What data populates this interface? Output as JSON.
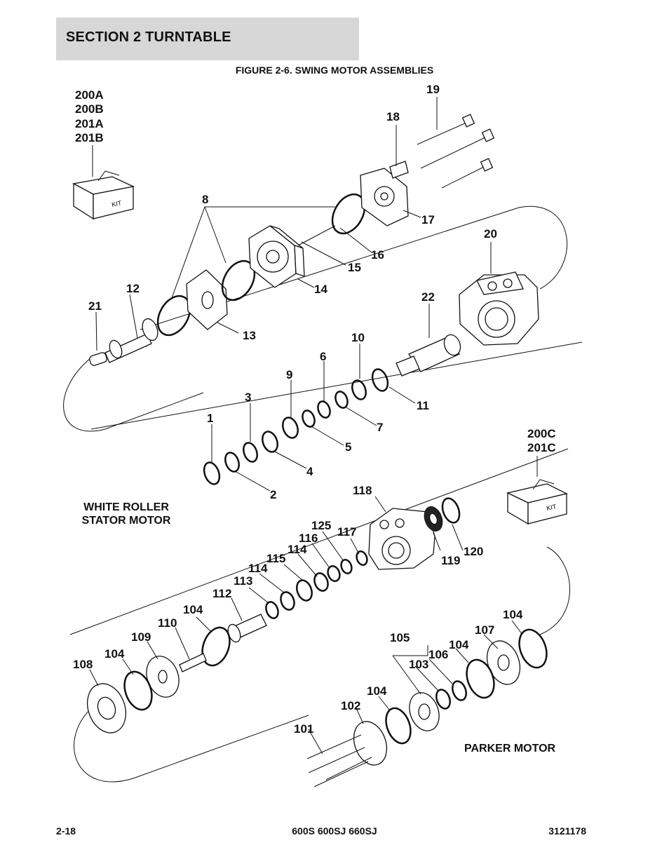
{
  "header": {
    "section_title": "SECTION 2   TURNTABLE"
  },
  "figure": {
    "title": "FIGURE 2-6. SWING MOTOR ASSEMBLIES"
  },
  "kits": [
    {
      "codes": [
        "200A",
        "200B",
        "201A",
        "201B"
      ],
      "box_text": "KIT"
    },
    {
      "codes": [
        "200C",
        "201C"
      ],
      "box_text": "KIT"
    }
  ],
  "captions": {
    "white_roller_line1": "WHITE ROLLER",
    "white_roller_line2": "STATOR MOTOR",
    "parker": "PARKER MOTOR"
  },
  "part_labels": {
    "p1": "1",
    "p2": "2",
    "p3": "3",
    "p4": "4",
    "p5": "5",
    "p6": "6",
    "p7": "7",
    "p8": "8",
    "p9": "9",
    "p10": "10",
    "p11": "11",
    "p12": "12",
    "p13": "13",
    "p14": "14",
    "p15": "15",
    "p16": "16",
    "p17": "17",
    "p18": "18",
    "p19": "19",
    "p20": "20",
    "p21": "21",
    "p22": "22",
    "p101": "101",
    "p102": "102",
    "p103": "103",
    "p104": "104",
    "p105": "105",
    "p106": "106",
    "p107": "107",
    "p108": "108",
    "p109": "109",
    "p110": "110",
    "p112": "112",
    "p113": "113",
    "p114": "114",
    "p115": "115",
    "p116": "116",
    "p117": "117",
    "p118": "118",
    "p119": "119",
    "p120": "120",
    "p125": "125"
  },
  "footer": {
    "page": "2-18",
    "models": "600S 600SJ 660SJ",
    "doc_number": "3121178"
  }
}
